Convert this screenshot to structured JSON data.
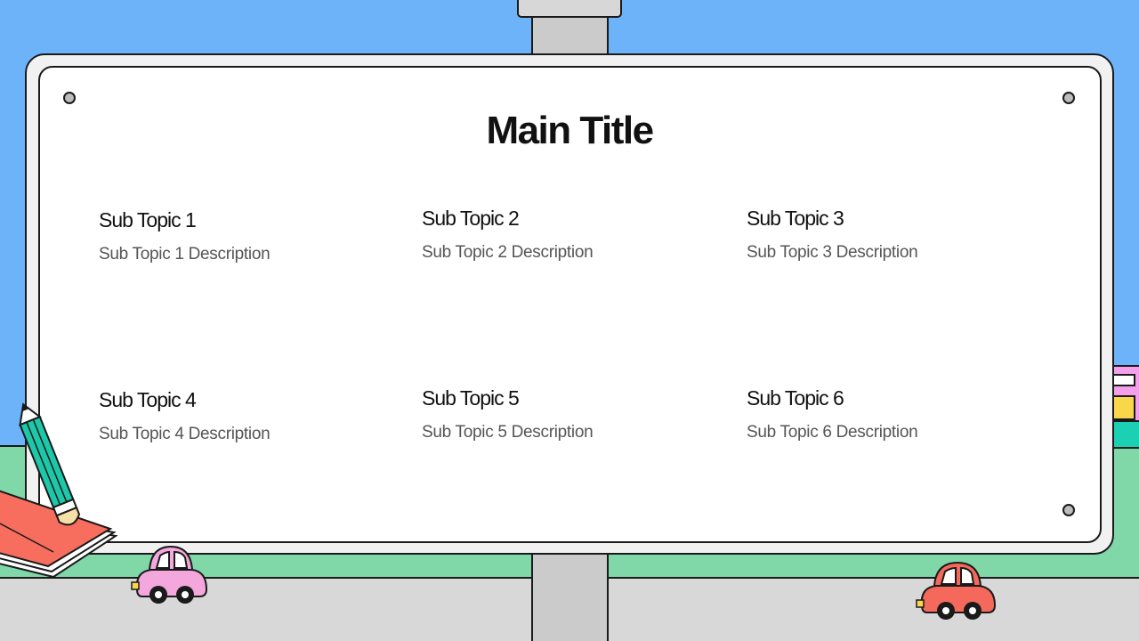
{
  "slide": {
    "title": "Main Title",
    "topics": [
      {
        "title": "Sub Topic 1",
        "description": "Sub Topic 1 Description"
      },
      {
        "title": "Sub Topic 2",
        "description": "Sub Topic 2 Description"
      },
      {
        "title": "Sub Topic 3",
        "description": "Sub Topic 3 Description"
      },
      {
        "title": "Sub Topic 4",
        "description": "Sub Topic 4 Description"
      },
      {
        "title": "Sub Topic 5",
        "description": "Sub Topic 5 Description"
      },
      {
        "title": "Sub Topic 6",
        "description": "Sub Topic 6 Description"
      }
    ]
  },
  "decorations": {
    "icons": [
      "pencil-icon",
      "notebook-icon",
      "pink-car-icon",
      "red-car-icon",
      "sign-post",
      "building-icon"
    ]
  },
  "colors": {
    "sky": "#6db3f9",
    "grass": "#80d8a9",
    "road": "#d8d8d8",
    "board": "#ffffff",
    "pencil": "#1cc8a8",
    "notebook": "#f76e5f",
    "pink_car": "#f4a7dc",
    "red_car": "#f5685c"
  }
}
